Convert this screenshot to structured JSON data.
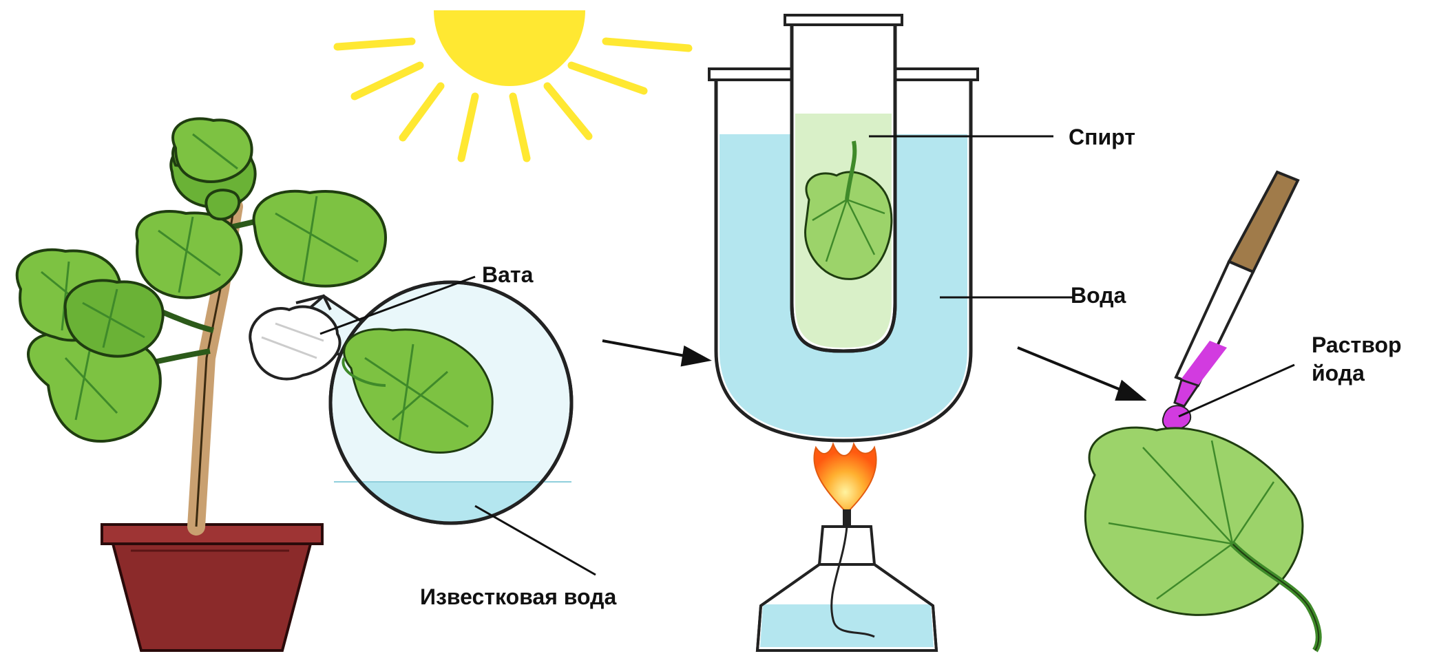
{
  "labels": {
    "vata": "Вата",
    "izvestkovaya_voda": "Известковая вода",
    "spirt": "Спирт",
    "voda": "Вода",
    "rastvor_line1": "Раствор",
    "rastvor_line2": "йода"
  },
  "colors": {
    "sun": "#ffe832",
    "leaf": "#7dc242",
    "leaf_dark": "#3f8a2a",
    "leaf_pale": "#b5e08a",
    "water": "#b4e6ef",
    "alcohol": "#d9f0c8",
    "pot": "#8b2a2a",
    "iodine": "#d23be0",
    "flame": "#ff7a1a"
  }
}
